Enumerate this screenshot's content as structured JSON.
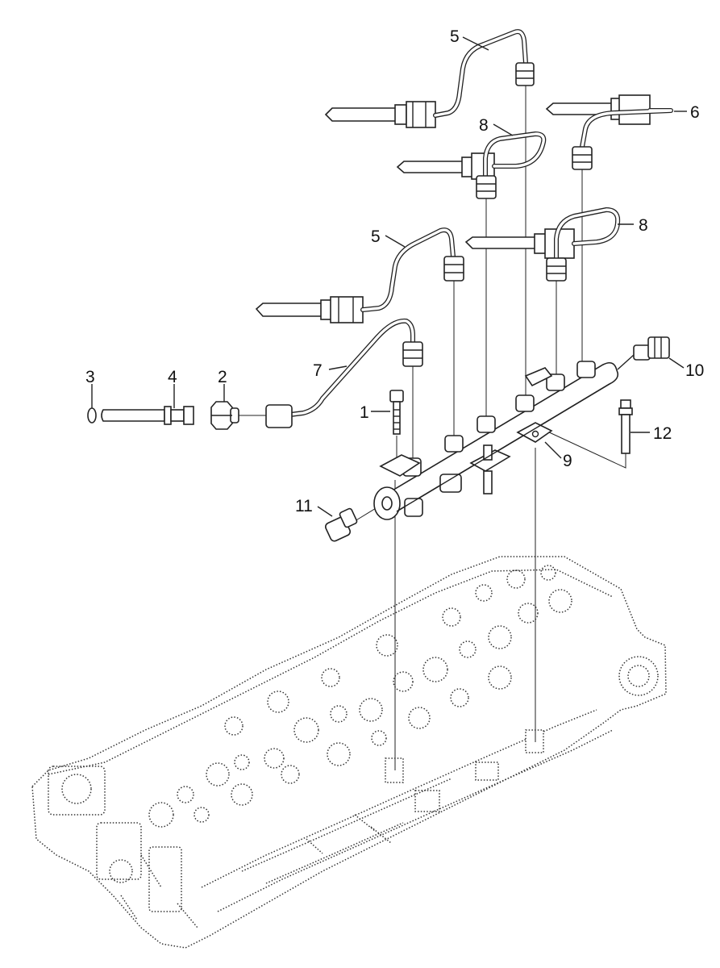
{
  "callouts": [
    {
      "id": "c1",
      "text": "1"
    },
    {
      "id": "c2",
      "text": "2"
    },
    {
      "id": "c3",
      "text": "3"
    },
    {
      "id": "c4",
      "text": "4"
    },
    {
      "id": "c5a",
      "text": "5"
    },
    {
      "id": "c5b",
      "text": "5"
    },
    {
      "id": "c6",
      "text": "6"
    },
    {
      "id": "c7",
      "text": "7"
    },
    {
      "id": "c8a",
      "text": "8"
    },
    {
      "id": "c8b",
      "text": "8"
    },
    {
      "id": "c9",
      "text": "9"
    },
    {
      "id": "c10",
      "text": "10"
    },
    {
      "id": "c11",
      "text": "11"
    },
    {
      "id": "c12",
      "text": "12"
    }
  ]
}
